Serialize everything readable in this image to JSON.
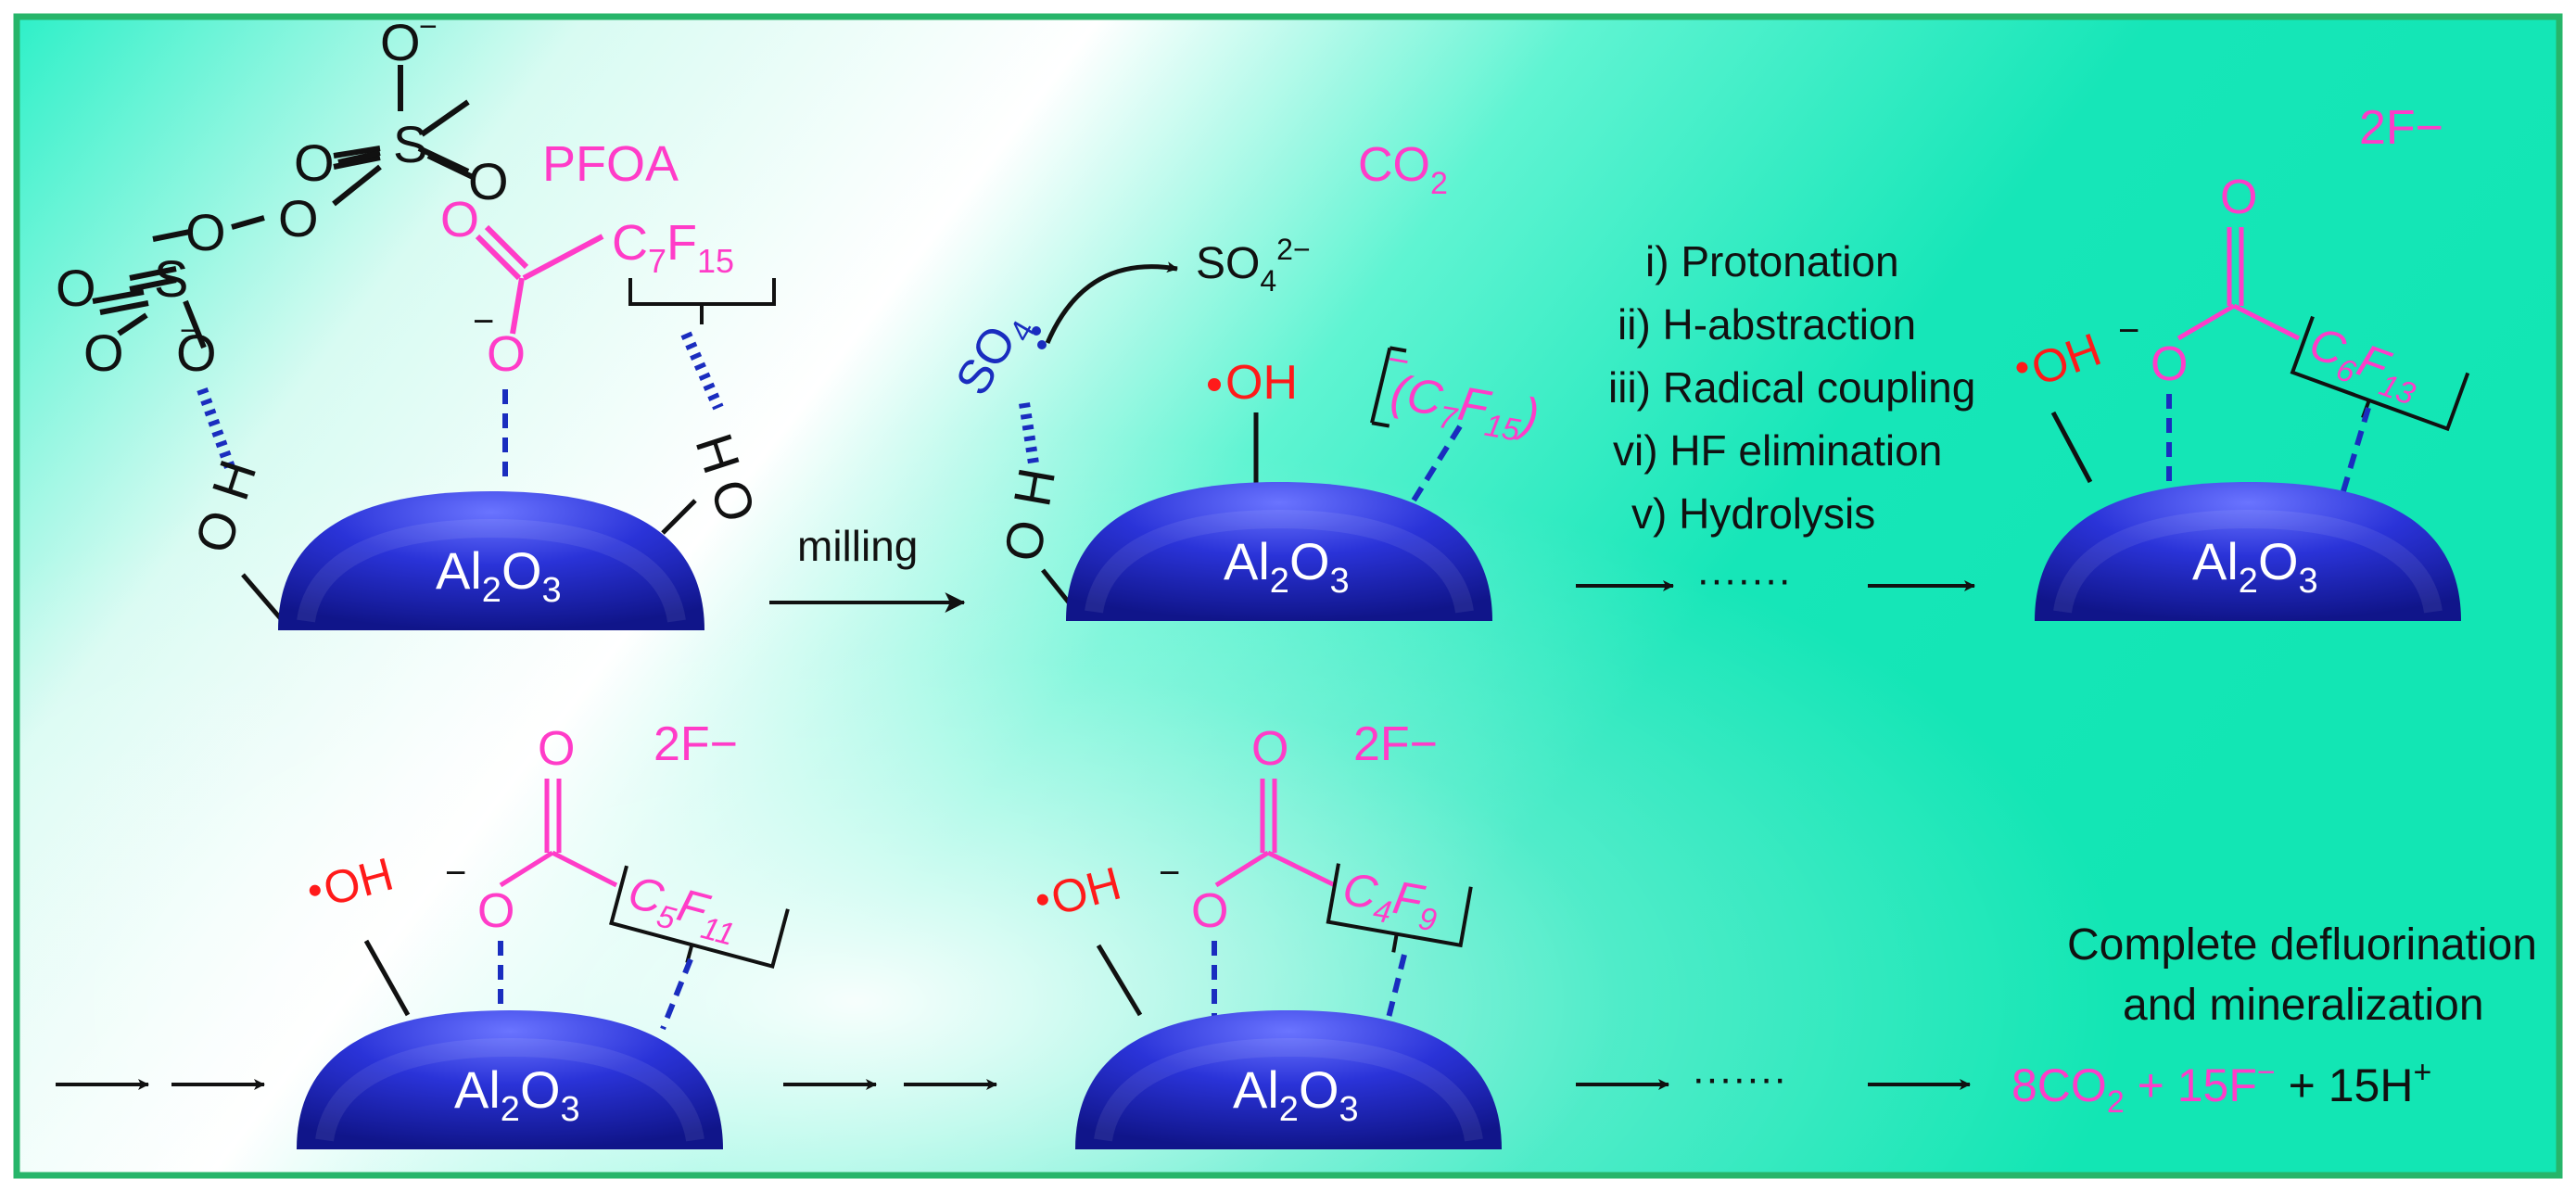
{
  "labels": {
    "pfoa": "PFOA",
    "co2_top": "CO",
    "co2_top_sub": "2",
    "so4_product": "SO",
    "so4_product_sub": "4",
    "so4_product_sup": "2−",
    "milling": "milling",
    "dots": "·······",
    "conclusion_line1": "Complete defluorination",
    "conclusion_line2": "and mineralization"
  },
  "steps": [
    "i) Protonation",
    "ii) H-abstraction",
    "iii) Radical coupling",
    "vi) HF elimination",
    "v) Hydrolysis"
  ],
  "alumina": {
    "al": "Al",
    "sub2": "2",
    "o": "O",
    "sub3": "3"
  },
  "atoms": {
    "S": "S",
    "O": "O",
    "H": "H",
    "minus": "−",
    "oh": "OH",
    "dot": "•"
  },
  "chains": {
    "c7f15": {
      "c": "C",
      "n": "7",
      "f": "F",
      "m": "15"
    },
    "c6f13": {
      "c": "C",
      "n": "6",
      "f": "F",
      "m": "13"
    },
    "c5f11": {
      "c": "C",
      "n": "5",
      "f": "F",
      "m": "11"
    },
    "c4f9": {
      "c": "C",
      "n": "4",
      "f": "F",
      "m": "9"
    }
  },
  "fluoride": "2F−",
  "equation": {
    "co2": "8CO",
    "co2_sub": "2",
    "plus1": " + ",
    "f": "15F",
    "f_sup": "−",
    "plus2": " + 15H",
    "h_sup": "+"
  },
  "colors": {
    "pfoa_magenta": "#ff3cc8",
    "hydroxyl_red": "#ff1a1a",
    "sulfate_blue": "#1a2dbf",
    "alumina_blue": "#2a33d8",
    "background_teal": "#1ee8c0",
    "frame_green": "#27b56a"
  }
}
